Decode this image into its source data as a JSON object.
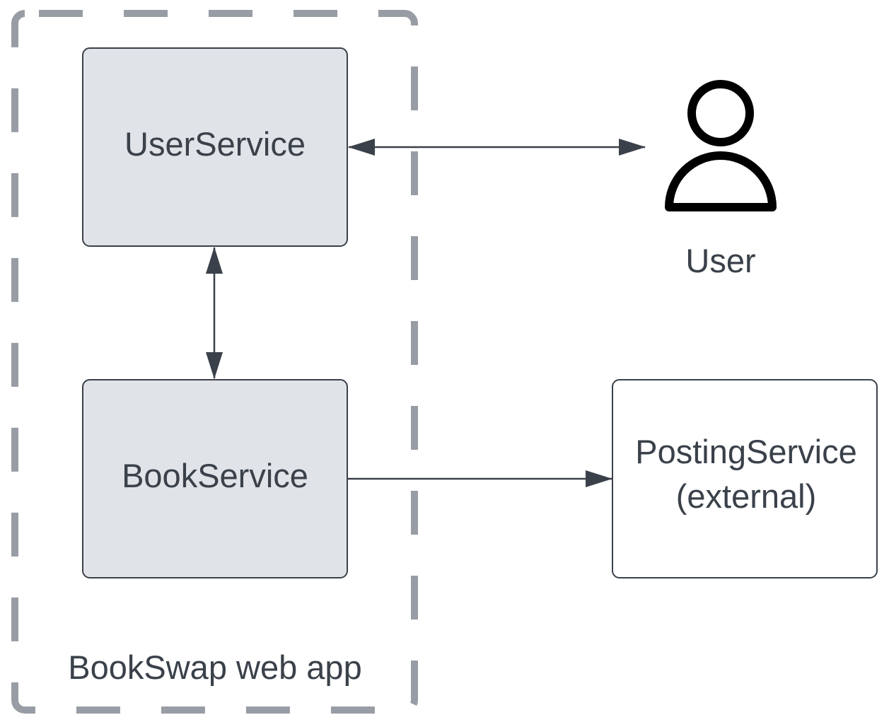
{
  "diagram": {
    "boundary": {
      "label": "BookSwap web app",
      "stroke_color": "#989ca4",
      "style": "dashed"
    },
    "nodes": {
      "user_service": {
        "label": "UserService",
        "fill": "#e0e3e7",
        "stroke": "#3a414a"
      },
      "book_service": {
        "label": "BookService",
        "fill": "#e0e3e7",
        "stroke": "#3a414a"
      },
      "posting_service": {
        "label_line1": "PostingService",
        "label_line2": "(external)",
        "fill": "#ffffff",
        "stroke": "#3a414a"
      },
      "user": {
        "label": "User",
        "icon": "user-person-icon",
        "icon_color": "#000000"
      }
    },
    "edges": [
      {
        "from": "UserService",
        "to": "User",
        "direction": "bidirectional"
      },
      {
        "from": "UserService",
        "to": "BookService",
        "direction": "bidirectional"
      },
      {
        "from": "BookService",
        "to": "PostingService",
        "direction": "one-way"
      }
    ],
    "text_color": "#3a414a",
    "line_color": "#3a414a"
  }
}
